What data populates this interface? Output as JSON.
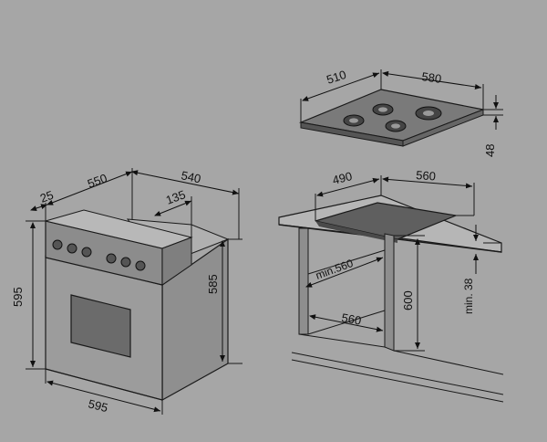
{
  "colors": {
    "background": "#a6a6a6",
    "oven_front": "#9a9a9a",
    "oven_side": "#8e8e8e",
    "oven_top": "#b3b3b3",
    "control_panel": "#8a8a8a",
    "window": "#6a6a6a",
    "hob_surface": "#7a7a7a",
    "cavity_dark": "#5f5f5f",
    "counter_top": "#b8b8b8",
    "line": "#1a1a1a"
  },
  "oven": {
    "dim_depth_front": "25",
    "dim_depth_total": "550",
    "dim_width_top": "540",
    "dim_panel": "135",
    "dim_height_front": "595",
    "dim_height_side": "585",
    "dim_width_bottom": "595"
  },
  "hob": {
    "dim_depth": "510",
    "dim_width": "580",
    "dim_height": "48"
  },
  "cutout": {
    "dim_depth": "490",
    "dim_width": "560",
    "dim_min_depth": "min.560",
    "dim_cabinet_width": "560",
    "dim_cabinet_height": "600",
    "dim_min_gap": "min. 38"
  }
}
